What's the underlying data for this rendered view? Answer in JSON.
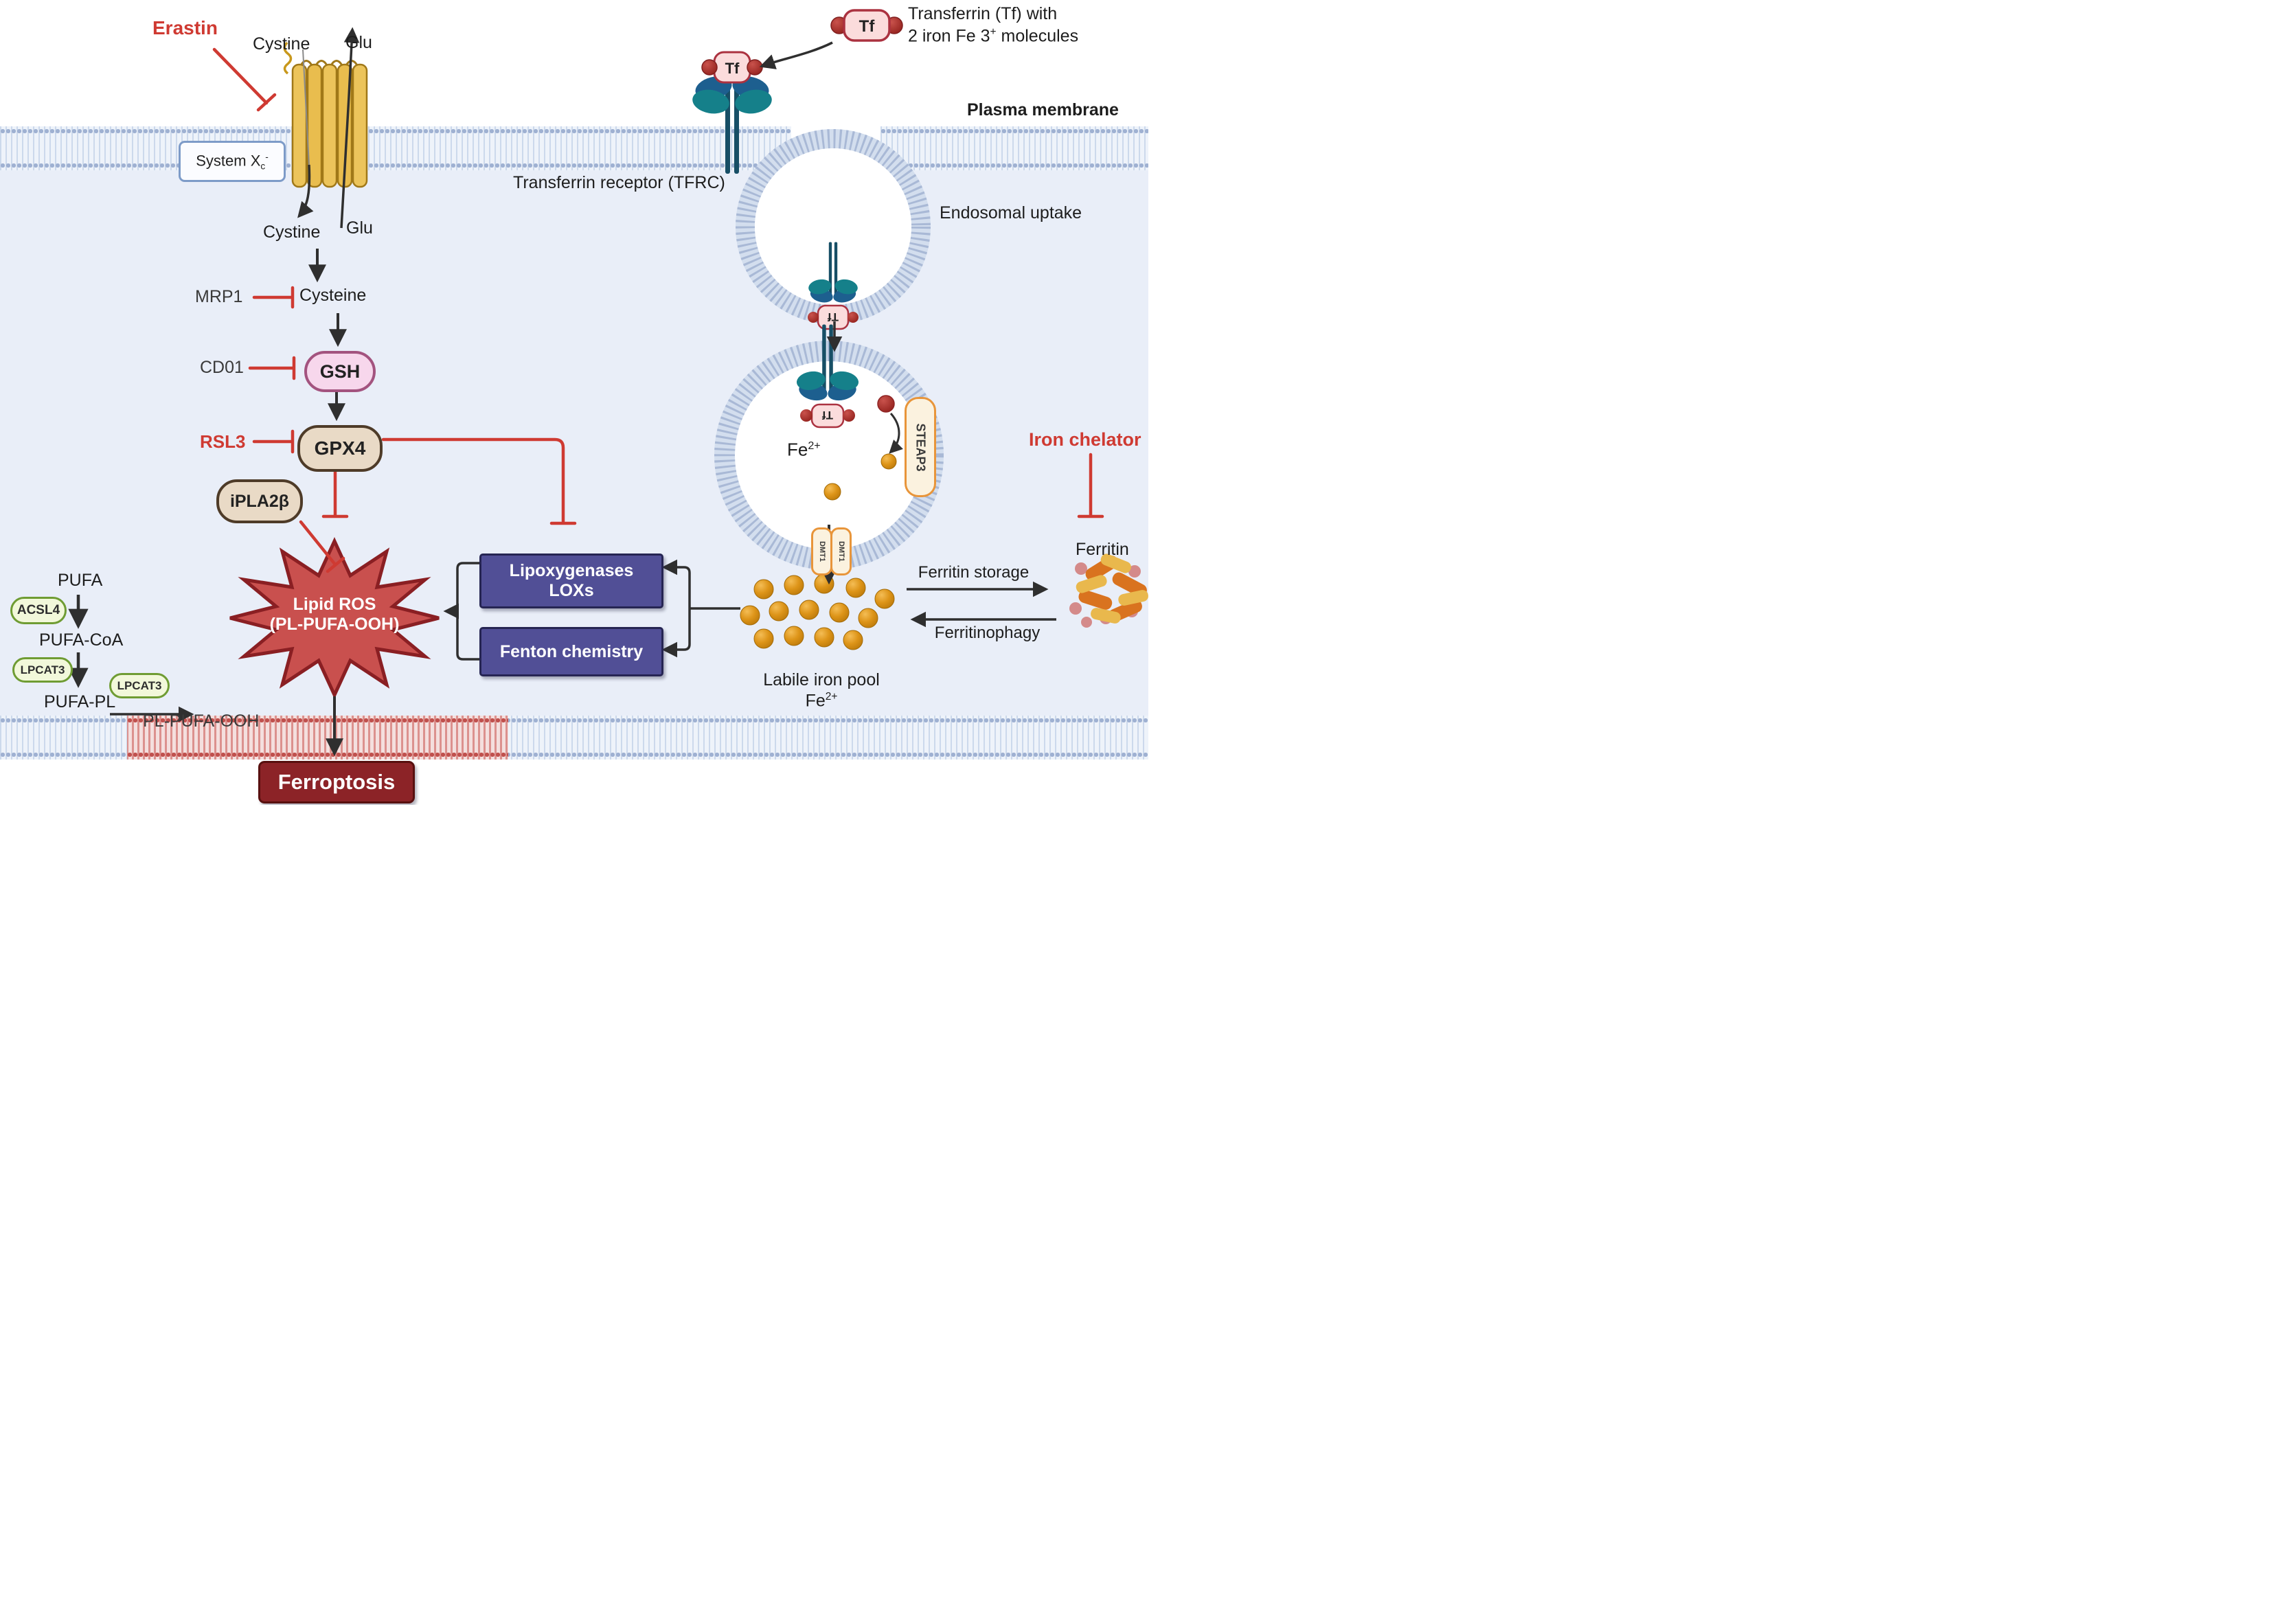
{
  "membrane": {
    "plasma": "Plasma membrane",
    "endosomal_uptake": "Endosomal uptake",
    "pl_pufa_ooh": "PL-PUFA-OOH"
  },
  "transferrin": {
    "line1": "Transferrin (Tf) with",
    "line2_pre": "2 iron Fe 3",
    "line2_sup": "+",
    "line2_post": " molecules",
    "tf": "Tf",
    "receptor": "Transferrin receptor (TFRC)"
  },
  "xc": {
    "erastin": "Erastin",
    "cystine": "Cystine",
    "glu": "Glu",
    "system_pre": "System X",
    "system_sub": "c",
    "system_sup": "-"
  },
  "gsh_axis": {
    "mrp1": "MRP1",
    "cysteine": "Cysteine",
    "cd01": "CD01",
    "gsh": "GSH",
    "rsl3": "RSL3",
    "gpx4": "GPX4"
  },
  "ros": {
    "ipla2b": "iPLA2β",
    "star_line1": "Lipid ROS",
    "star_line2": "(PL-PUFA-OOH)",
    "ferroptosis": "Ferroptosis"
  },
  "enzymes": {
    "lox_line1": "Lipoxygenases",
    "lox_line2": "LOXs",
    "fenton": "Fenton chemistry"
  },
  "iron": {
    "steap3": "STEAP3",
    "dmt1": "DMT1",
    "fe_base": "Fe",
    "fe_sup": "2+",
    "pool_label": "Labile iron pool",
    "storage": "Ferritin storage",
    "ferritinophagy": "Ferritinophagy",
    "ferritin": "Ferritin",
    "chelator": "Iron chelator"
  },
  "pufa": {
    "pufa": "PUFA",
    "acsl4": "ACSL4",
    "pufa_coa": "PUFA-CoA",
    "lpcat3": "LPCAT3",
    "pufa_pl": "PUFA-PL"
  },
  "colors": {
    "accent_red": "#cf3a32",
    "star_fill": "#c9504e",
    "enzyme_box": "#514f96",
    "ferroptosis_box": "#8c2327",
    "iron_orange": "#dd9418",
    "membrane_blue": "#9fb1d2"
  }
}
